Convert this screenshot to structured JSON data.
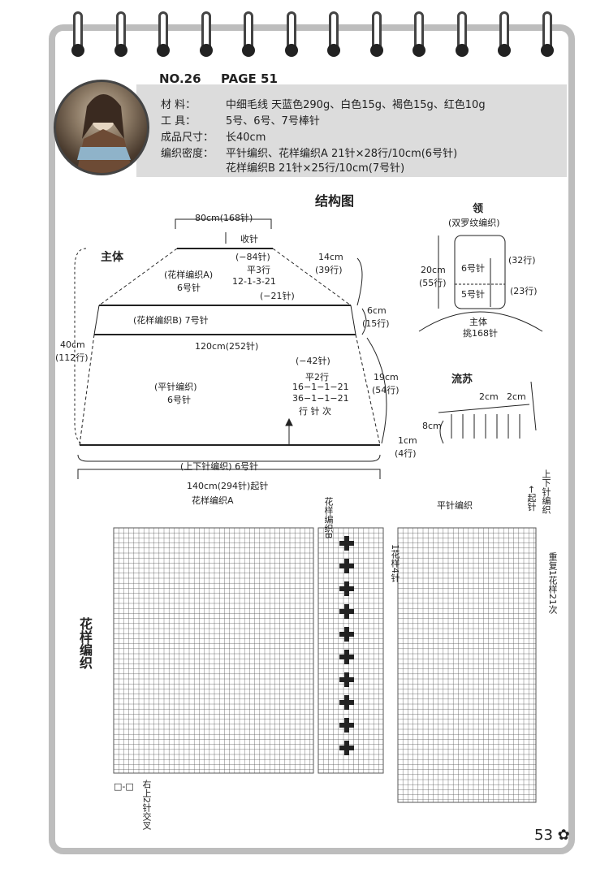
{
  "header": {
    "number": "NO.26",
    "page": "PAGE  51"
  },
  "info": [
    {
      "key": "材    料：",
      "value": "中细毛线  天蓝色290g、白色15g、褐色15g、红色10g"
    },
    {
      "key": "工    具：",
      "value": "5号、6号、7号棒针"
    },
    {
      "key": "成品尺寸：",
      "value": "长40cm"
    },
    {
      "key": "编织密度：",
      "value": "平针编织、花样编织A  21针×28行/10cm(6号针)"
    },
    {
      "key": "",
      "value": "花样编织B  21针×25行/10cm(7号针)"
    }
  ],
  "structure": {
    "title": "结构图",
    "main_label": "主体",
    "top_width": "80cm(168针)",
    "decrease_label": "收针",
    "a_minus84": "(−84针)",
    "pattern_a": "(花样编织A)",
    "needle6a": "6号针",
    "flat3": "平3行",
    "seq_12": "12-1-3-21",
    "a_minus21": "(−21针)",
    "h14cm": "14cm",
    "h39": "(39行)",
    "pattern_b": "(花样编织B)  7号针",
    "h6cm": "6cm",
    "h15": "(15行)",
    "w120": "120cm(252针)",
    "h40cm": "40cm",
    "h112": "(112行)",
    "b_minus42": "(−42针)",
    "flat2": "平2行",
    "seq_16": "16−1−1−21",
    "seq_36": "36−1−1−21",
    "row_needle_times": "行  针  次",
    "plain_label": "(平针编织)",
    "needle6b": "6号针",
    "h19cm": "19cm",
    "h54": "(54行)",
    "h1cm": "1cm",
    "h4": "(4行)",
    "rib_label": "(上下针编织)  6号针",
    "w140": "140cm(294针)起针"
  },
  "collar": {
    "title": "领",
    "subtitle": "(双罗纹编织)",
    "h20cm": "20cm",
    "h55": "(55行)",
    "needle6": "6号针",
    "needle5": "5号针",
    "r32": "(32行)",
    "r23": "(23行)",
    "main": "主体",
    "pick": "挑168针"
  },
  "fringe": {
    "title": "流苏",
    "w2a": "2cm",
    "w2b": "2cm",
    "h8": "8cm"
  },
  "chart": {
    "section_title": "花样编织",
    "pattern_a": "花样编织A",
    "pattern_b": "花样编织B",
    "plain": "平针编织",
    "rib": "上下针编织",
    "cast_on": "←起针",
    "one_repeat_4": "1花样4针",
    "repeat_21": "重复1花样21次",
    "legend_symbol": "□-□",
    "legend_text": "右上2针交叉"
  },
  "footer": {
    "page_number": "53"
  },
  "colors": {
    "band": "#dcdcdc",
    "frame": "#bdbdbd",
    "ink": "#222222"
  }
}
